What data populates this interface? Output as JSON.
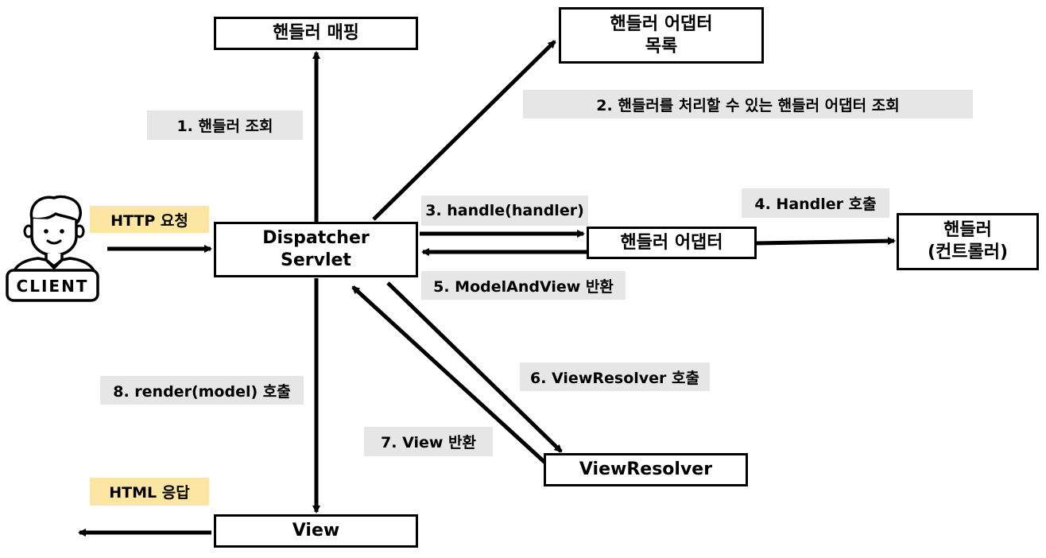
{
  "boxes": {
    "handler_mapping": "핸들러 매핑",
    "adapter_list": "핸들러 어댑터\n목록",
    "dispatcher": "Dispatcher\nServlet",
    "adapter": "핸들러 어댑터",
    "handler": "핸들러\n(컨트롤러)",
    "view_resolver": "ViewResolver",
    "view": "View"
  },
  "labels": {
    "step1": "1. 핸들러 조회",
    "step2": "2. 핸들러를 처리할 수 있는 핸들러 어댑터 조회",
    "step3": "3. handle(handler)",
    "step4": "4. Handler 호출",
    "step5": "5. ModelAndView 반환",
    "step6": "6. ViewResolver 호출",
    "step7": "7. View 반환",
    "step8": "8. render(model) 호출",
    "http_request": "HTTP 요청",
    "html_response": "HTML 응답"
  },
  "client": {
    "label": "CLIENT",
    "icon": "person-icon"
  },
  "colors": {
    "step_label_bg": "#e7e6e6",
    "http_label_bg": "#fce6a1",
    "stroke": "#000000"
  }
}
